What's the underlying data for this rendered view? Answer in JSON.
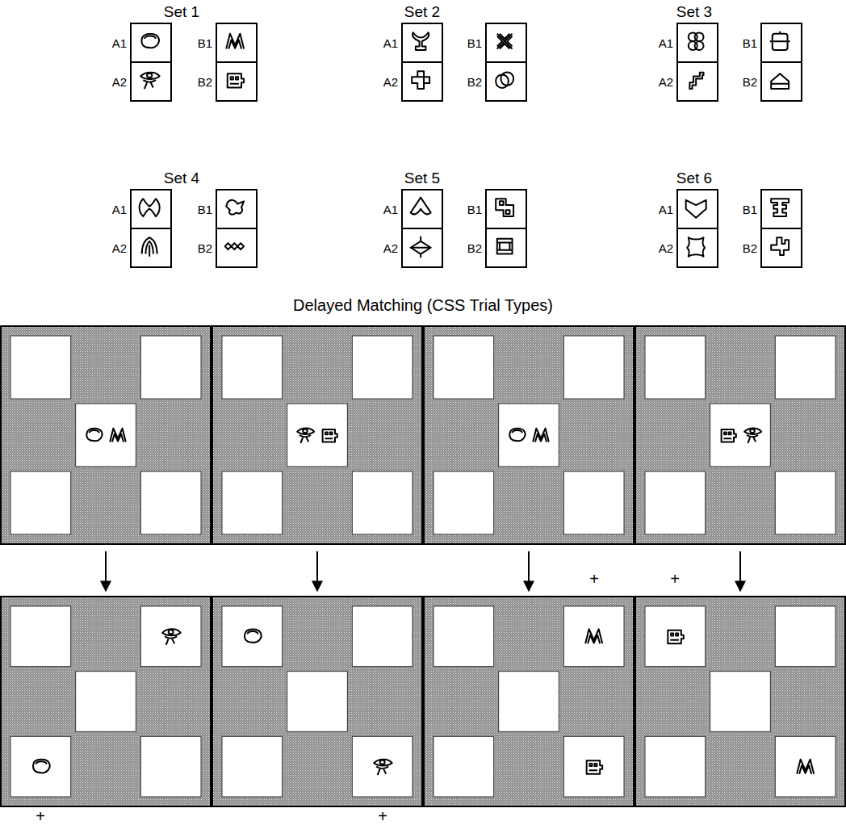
{
  "diagram": {
    "nodes": [
      {
        "text": [
          "A1"
        ]
      },
      {
        "text": [
          "B1"
        ]
      },
      {
        "text": [
          "A2"
        ]
      },
      {
        "text": [
          "B2"
        ]
      },
      {
        "text": [
          "A1"
        ]
      },
      {
        "text": [
          "B1"
        ]
      },
      {
        "text": [
          "A2"
        ]
      },
      {
        "text": [
          "B2"
        ]
      },
      {
        "text": [
          "A1"
        ]
      },
      {
        "text": [
          "B1"
        ]
      },
      {
        "text": [
          "A2"
        ]
      },
      {
        "text": [
          "B2"
        ]
      },
      {
        "text": [
          "A1"
        ]
      },
      {
        "text": [
          "B1"
        ]
      },
      {
        "text": [
          "A2"
        ]
      },
      {
        "text": [
          "B2"
        ]
      },
      {
        "text": [
          "A1"
        ]
      },
      {
        "text": [
          "B1"
        ]
      },
      {
        "text": [
          "A2"
        ]
      },
      {
        "text": [
          "B2"
        ]
      },
      {
        "text": [
          "A1"
        ]
      },
      {
        "text": [
          "B1"
        ]
      },
      {
        "text": [
          "A2"
        ]
      },
      {
        "text": [
          "B2"
        ]
      }
    ],
    "labels": [
      "Set 1",
      "Set 2",
      "Set 3",
      "Set 4",
      "Set 5",
      "Set 6",
      "Delayed Matching (CSS Trial Types)",
      "+",
      "+",
      "+",
      "+"
    ]
  }
}
